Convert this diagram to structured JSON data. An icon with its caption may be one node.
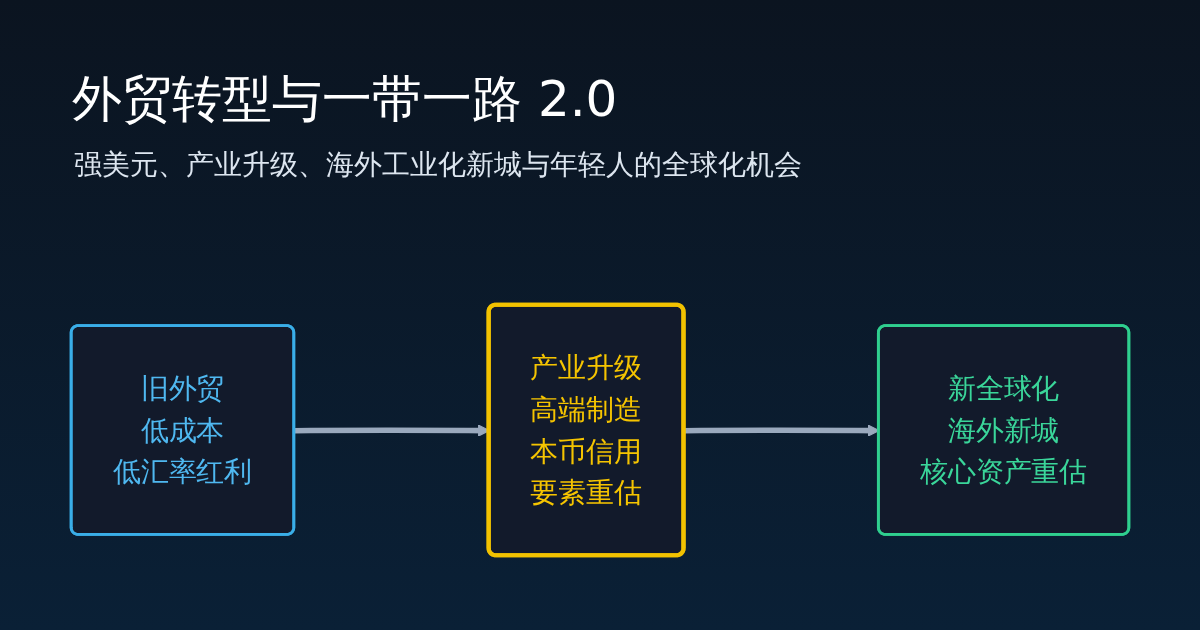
{
  "diagram": {
    "title": "外贸转型与一带一路 2.0",
    "caption": "强美元、产业升级、海外工业化新城与年轻人的全球化机会",
    "nodes": [
      {
        "text": [
          "旧外贸",
          "低成本",
          "低汇率红利"
        ]
      },
      {
        "text": [
          "产业升级",
          "高端制造",
          "本币信用",
          "要素重估"
        ]
      },
      {
        "text": [
          "新全球化",
          "海外新城",
          "核心资产重估"
        ]
      }
    ],
    "edges": [
      {
        "from": 0,
        "to": 1,
        "arrow": "to"
      },
      {
        "from": 1,
        "to": 2,
        "arrow": "to"
      }
    ]
  }
}
